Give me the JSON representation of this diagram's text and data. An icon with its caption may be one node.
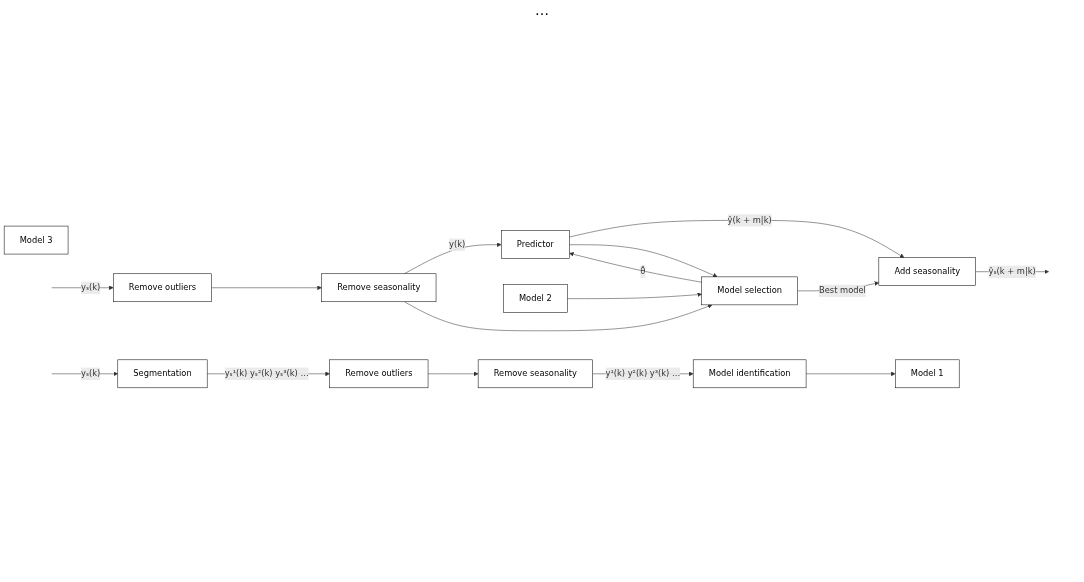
{
  "diagram": {
    "nodes": [
      {
        "text": [
          "Remove seasonality"
        ]
      },
      {
        "text": [
          "Remove outliers"
        ]
      },
      {
        "text": [
          "Predictor"
        ]
      },
      {
        "text": [
          "Add seasonality"
        ]
      },
      {
        "text": [
          "Model selection"
        ]
      },
      {
        "text": [
          "Model 3"
        ]
      },
      {
        "text": [
          "Model 2"
        ]
      },
      {
        "text": [
          "Model 1"
        ]
      },
      {
        "text": [
          "Segmentation"
        ]
      },
      {
        "text": [
          "Remove outliers"
        ]
      },
      {
        "text": [
          "Remove seasonality"
        ]
      },
      {
        "text": [
          "Model identification"
        ]
      }
    ],
    "edges": [
      {
        "from": null,
        "to": 1,
        "arrow": "to",
        "label": "yₛ(k)"
      },
      {
        "from": 1,
        "to": 0,
        "arrow": "to"
      },
      {
        "from": 0,
        "to": 2,
        "arrow": "to",
        "label": "y(k)"
      },
      {
        "from": 0,
        "to": 4,
        "arrow": "to"
      },
      {
        "from": 2,
        "to": 3,
        "arrow": "to",
        "label": "ŷ(k + m|k)"
      },
      {
        "from": 2,
        "to": 4,
        "arrow": "to"
      },
      {
        "from": 4,
        "to": 2,
        "arrow": "to",
        "label": "θ̂"
      },
      {
        "from": 4,
        "to": 3,
        "arrow": "to",
        "label": "Best model"
      },
      {
        "from": 6,
        "to": 4,
        "arrow": "to"
      },
      {
        "from": 3,
        "to": null,
        "arrow": "to",
        "label": "ŷₛ(k + m|k)"
      },
      {
        "from": null,
        "to": 8,
        "arrow": "to",
        "label": "yₛ(k)"
      },
      {
        "from": 8,
        "to": 9,
        "arrow": "to",
        "label": "yₛ¹(k) yₛ²(k) yₛ³(k) …"
      },
      {
        "from": 9,
        "to": 10,
        "arrow": "to"
      },
      {
        "from": 10,
        "to": 11,
        "arrow": "to",
        "label": "y¹(k) y²(k) y³(k) …"
      },
      {
        "from": 11,
        "to": 7,
        "arrow": "to"
      }
    ],
    "labels": [
      "…"
    ]
  }
}
